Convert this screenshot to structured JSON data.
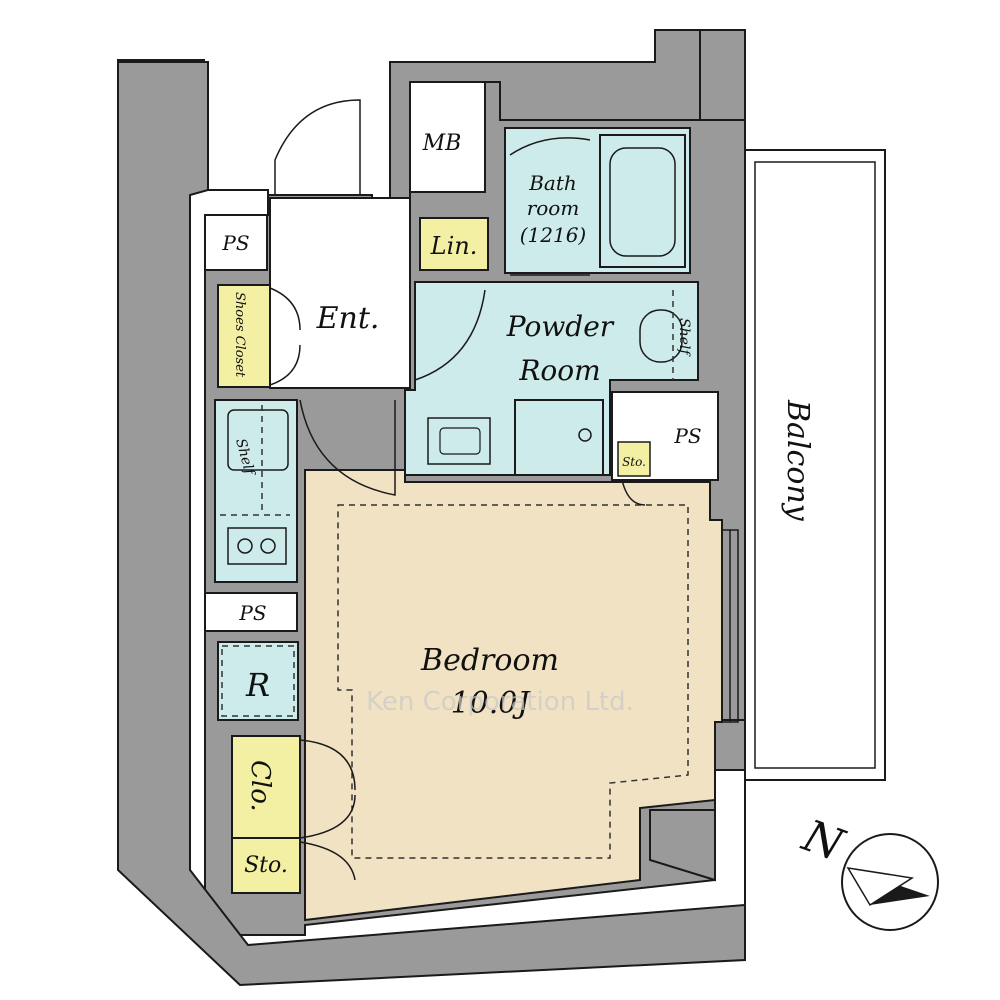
{
  "colors": {
    "wall": "#9a9a9a",
    "bedroom": "#f2e2c4",
    "wet_area": "#cdebea",
    "storage": "#f3efa3",
    "balcony": "#ffffff"
  },
  "labels": {
    "mb": "MB",
    "bathroom_line1": "Bath",
    "bathroom_line2": "room",
    "bathroom_line3": "(1216)",
    "linen": "Lin.",
    "powder_line1": "Powder",
    "powder_line2": "Room",
    "shelf_powder": "Shelf",
    "entrance": "Ent.",
    "ps_top": "PS",
    "shoes_closet": "Shoes Closet",
    "shelf_kitchen": "Shelf",
    "ps_mid": "PS",
    "ps_right": "PS",
    "sto_small": "Sto.",
    "refrigerator": "R",
    "closet": "Clo.",
    "storage": "Sto.",
    "bedroom": "Bedroom",
    "bedroom_size": "10.0J",
    "balcony": "Balcony",
    "watermark": "Ken Corporation Ltd.",
    "compass": "N"
  }
}
